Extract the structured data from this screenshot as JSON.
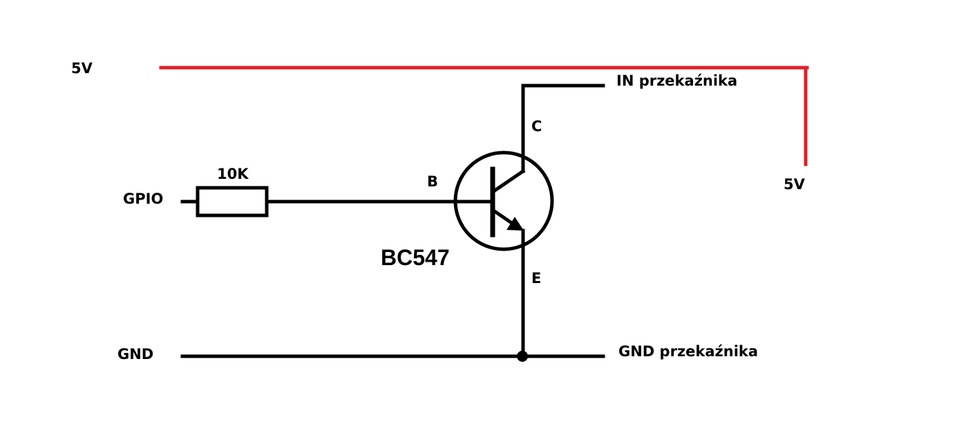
{
  "labels": {
    "supply_left": "5V",
    "supply_right": "5V",
    "gpio": "GPIO",
    "gnd": "GND",
    "resistor_value": "10K",
    "base": "B",
    "collector": "C",
    "emitter": "E",
    "transistor_model": "BC547",
    "relay_in": "IN przekaźnika",
    "relay_gnd": "GND przekaźnika"
  },
  "colors": {
    "wire": "#000000",
    "supply_wire": "#e0202a",
    "text": "#000000"
  }
}
